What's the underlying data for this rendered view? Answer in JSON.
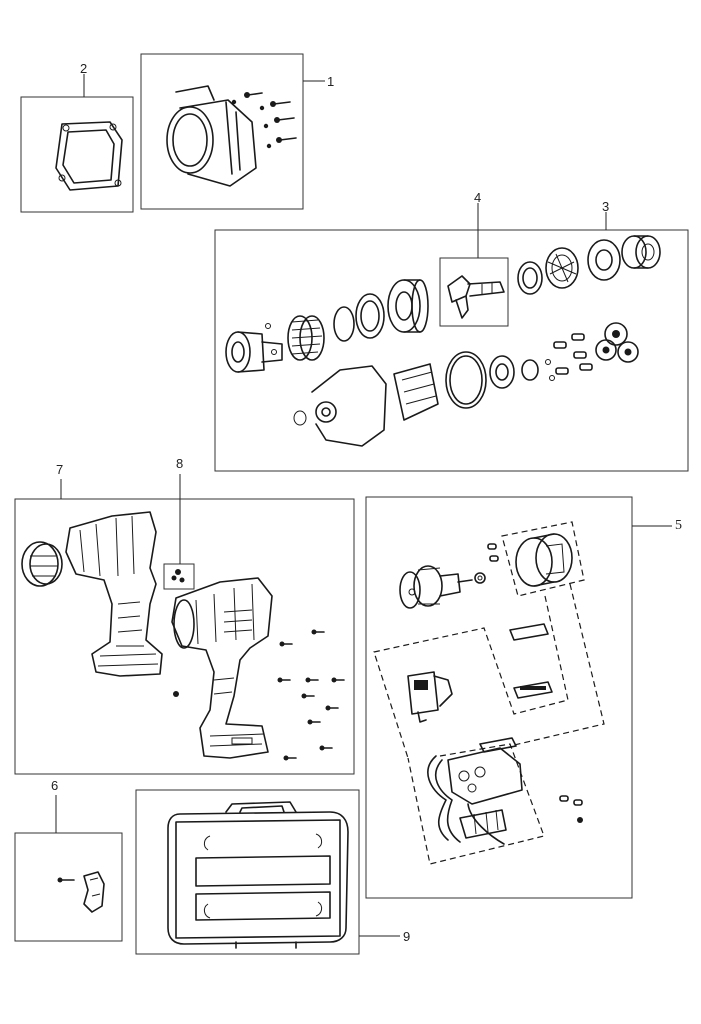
{
  "callouts": {
    "c1": "1",
    "c2": "2",
    "c3": "3",
    "c4": "4",
    "c5": "5",
    "c6": "6",
    "c7": "7",
    "c8": "8",
    "c9": "9"
  },
  "colors": {
    "line": "#1a1a1a",
    "box": "#333333",
    "background": "#ffffff"
  }
}
